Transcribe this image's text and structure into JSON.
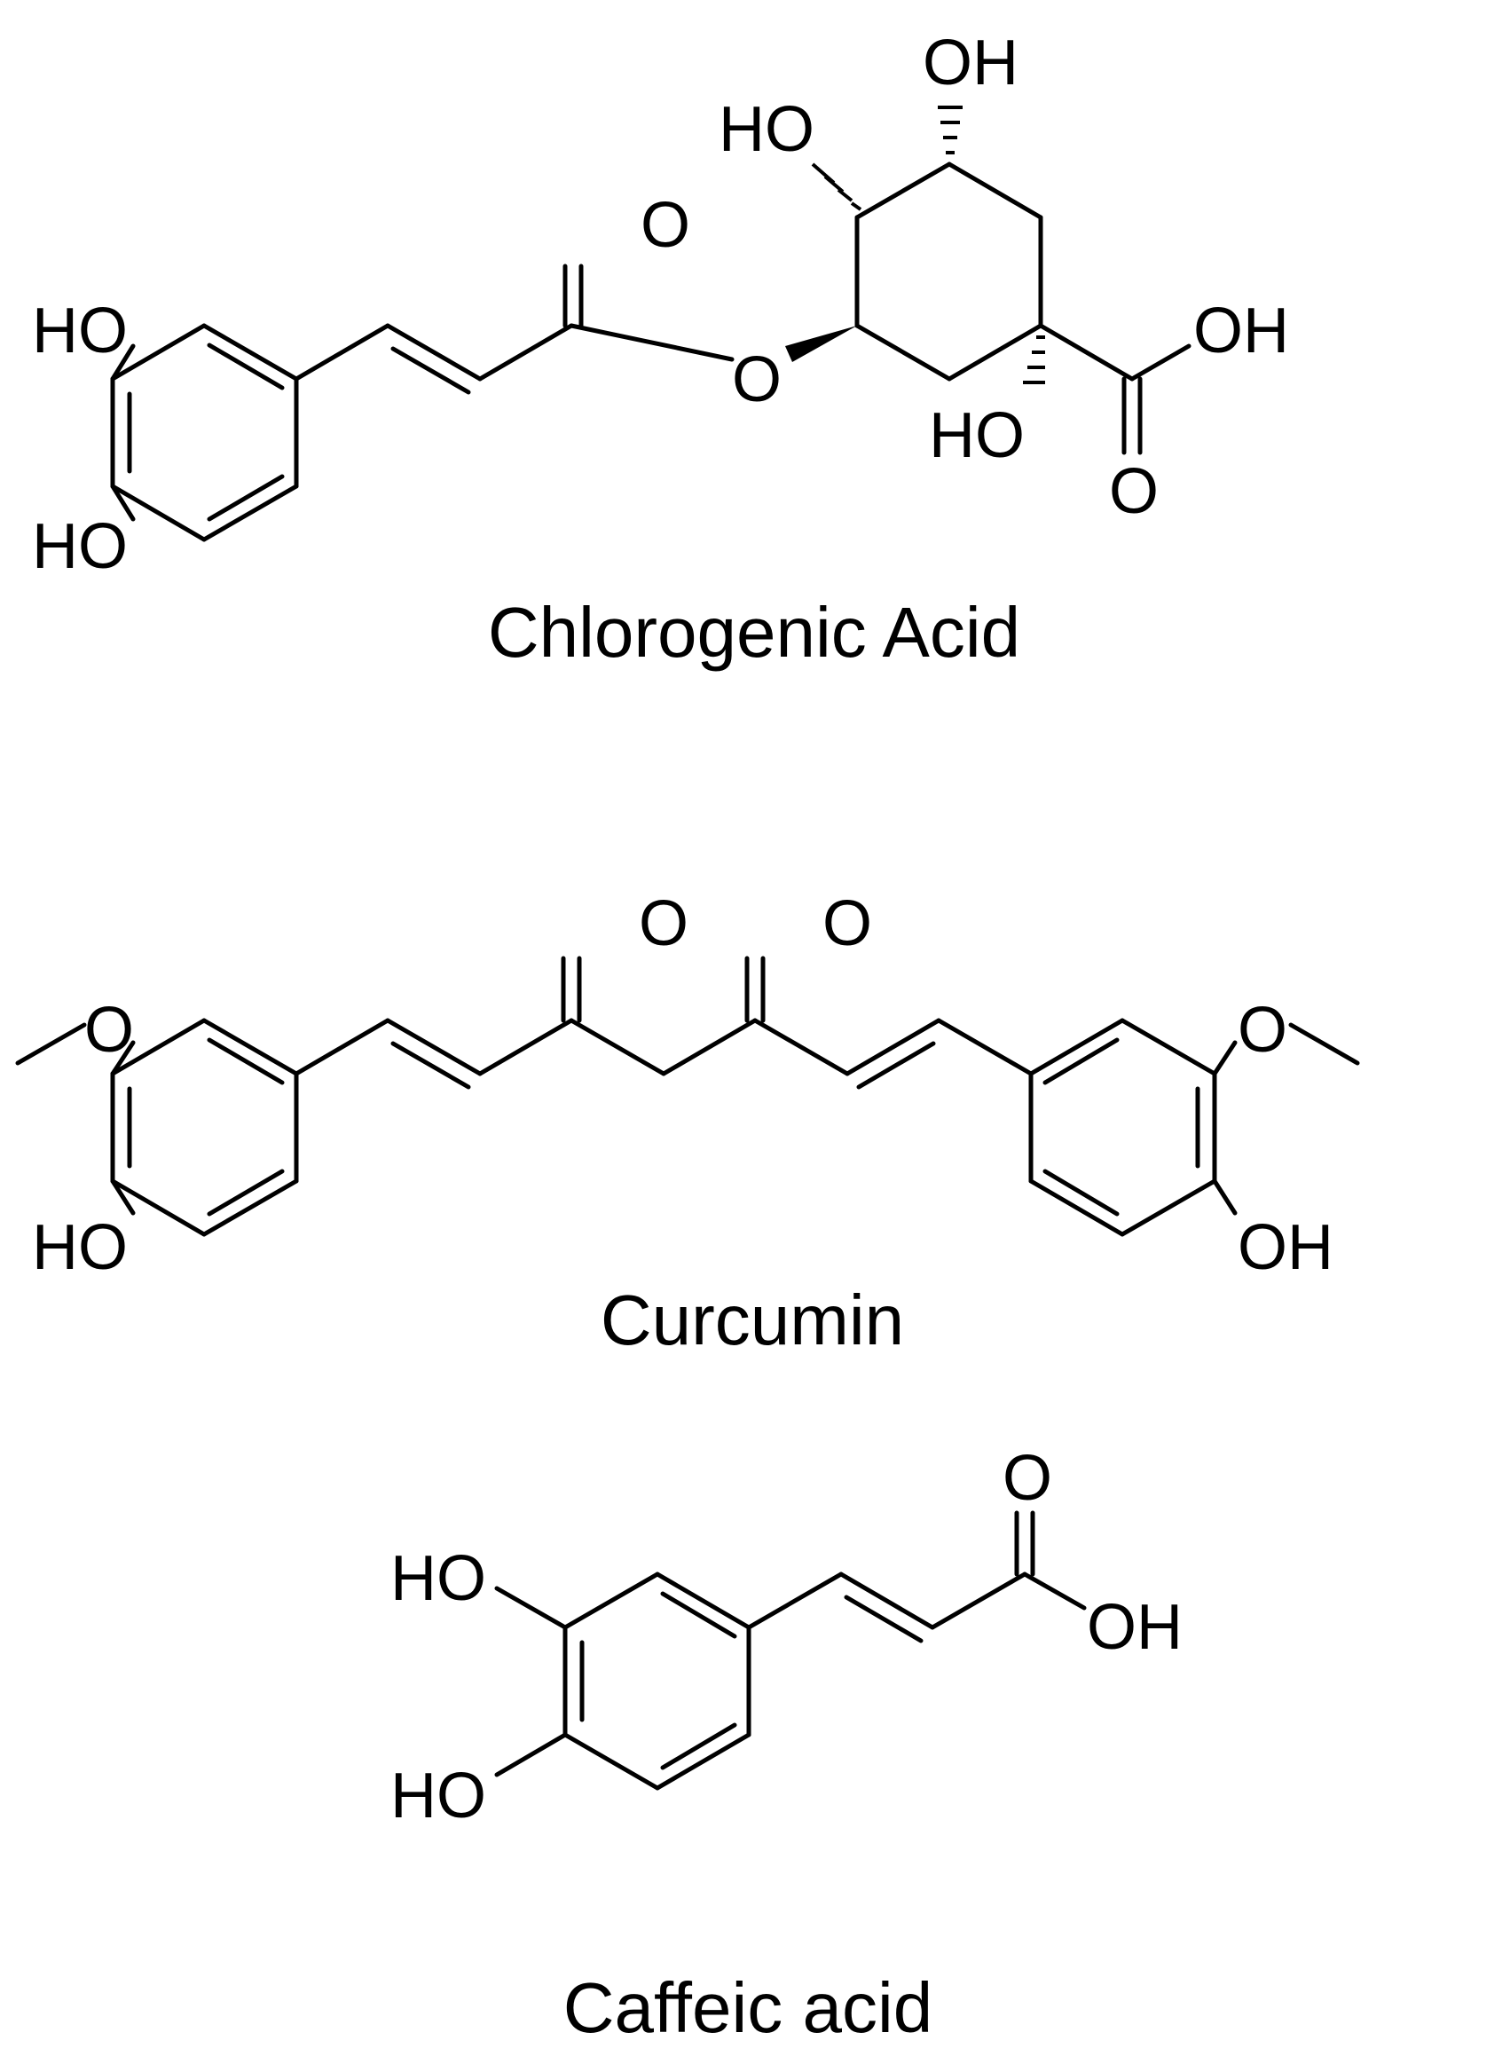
{
  "molecules": [
    {
      "name": "Chlorogenic Acid",
      "atom_labels": [
        "OH",
        "HO",
        "O",
        "OH",
        "HO",
        "O",
        "HO",
        "HO",
        "O"
      ]
    },
    {
      "name": "Curcumin",
      "atom_labels": [
        "O",
        "O",
        "O",
        "O",
        "HO",
        "OH"
      ]
    },
    {
      "name": "Caffeic acid",
      "atom_labels": [
        "O",
        "HO",
        "OH",
        "HO"
      ]
    }
  ],
  "colors": {
    "line": "#000000",
    "background": "#ffffff"
  }
}
